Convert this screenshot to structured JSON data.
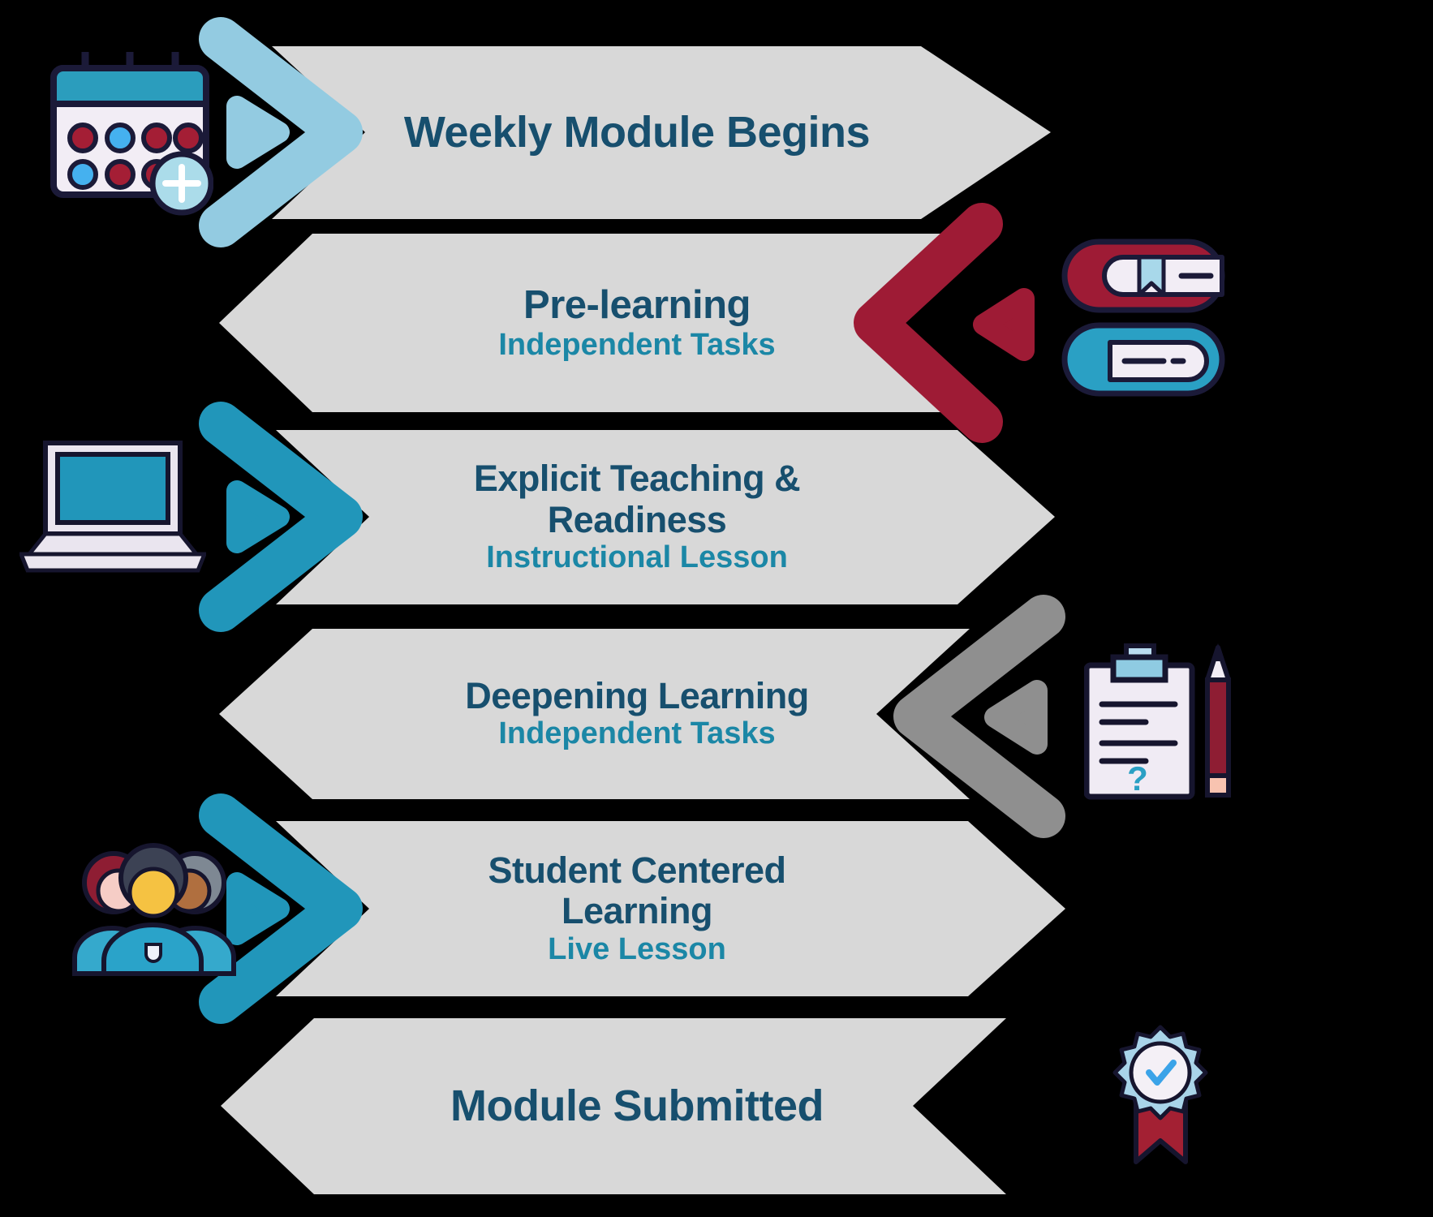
{
  "figure": {
    "kind": "process-flow-infographic",
    "background_color": "#000000"
  },
  "palette": {
    "banner_gray": "#d8d8d8",
    "title_blue": "#174f6e",
    "subtitle_teal": "#1b87a6",
    "chevron_light_blue": "#93cbe1",
    "chevron_teal": "#2196ba",
    "chevron_red": "#9e1b35",
    "chevron_gray": "#8f8f8f",
    "outline_navy": "#1b1a38"
  },
  "steps": [
    {
      "title_lines": [
        "Weekly Module Begins"
      ],
      "icon": "calendar-add-icon",
      "arrow_direction": "right",
      "chevron_color": "light-blue"
    },
    {
      "title_lines": [
        "Pre-learning"
      ],
      "subtitle": "Independent Tasks",
      "icon": "stacked-books-icon",
      "arrow_direction": "left",
      "chevron_color": "red"
    },
    {
      "title_lines": [
        "Explicit Teaching &",
        "Readiness"
      ],
      "subtitle": "Instructional Lesson",
      "icon": "laptop-icon",
      "arrow_direction": "right",
      "chevron_color": "teal"
    },
    {
      "title_lines": [
        "Deepening Learning"
      ],
      "subtitle": "Independent Tasks",
      "icon": "clipboard-pencil-icon",
      "arrow_direction": "left",
      "chevron_color": "gray"
    },
    {
      "title_lines": [
        "Student Centered",
        "Learning"
      ],
      "subtitle": "Live Lesson",
      "icon": "student-group-icon",
      "arrow_direction": "right",
      "chevron_color": "teal"
    },
    {
      "title_lines": [
        "Module Submitted"
      ],
      "icon": "award-ribbon-icon",
      "arrow_direction": "left",
      "chevron_color": "none"
    }
  ]
}
